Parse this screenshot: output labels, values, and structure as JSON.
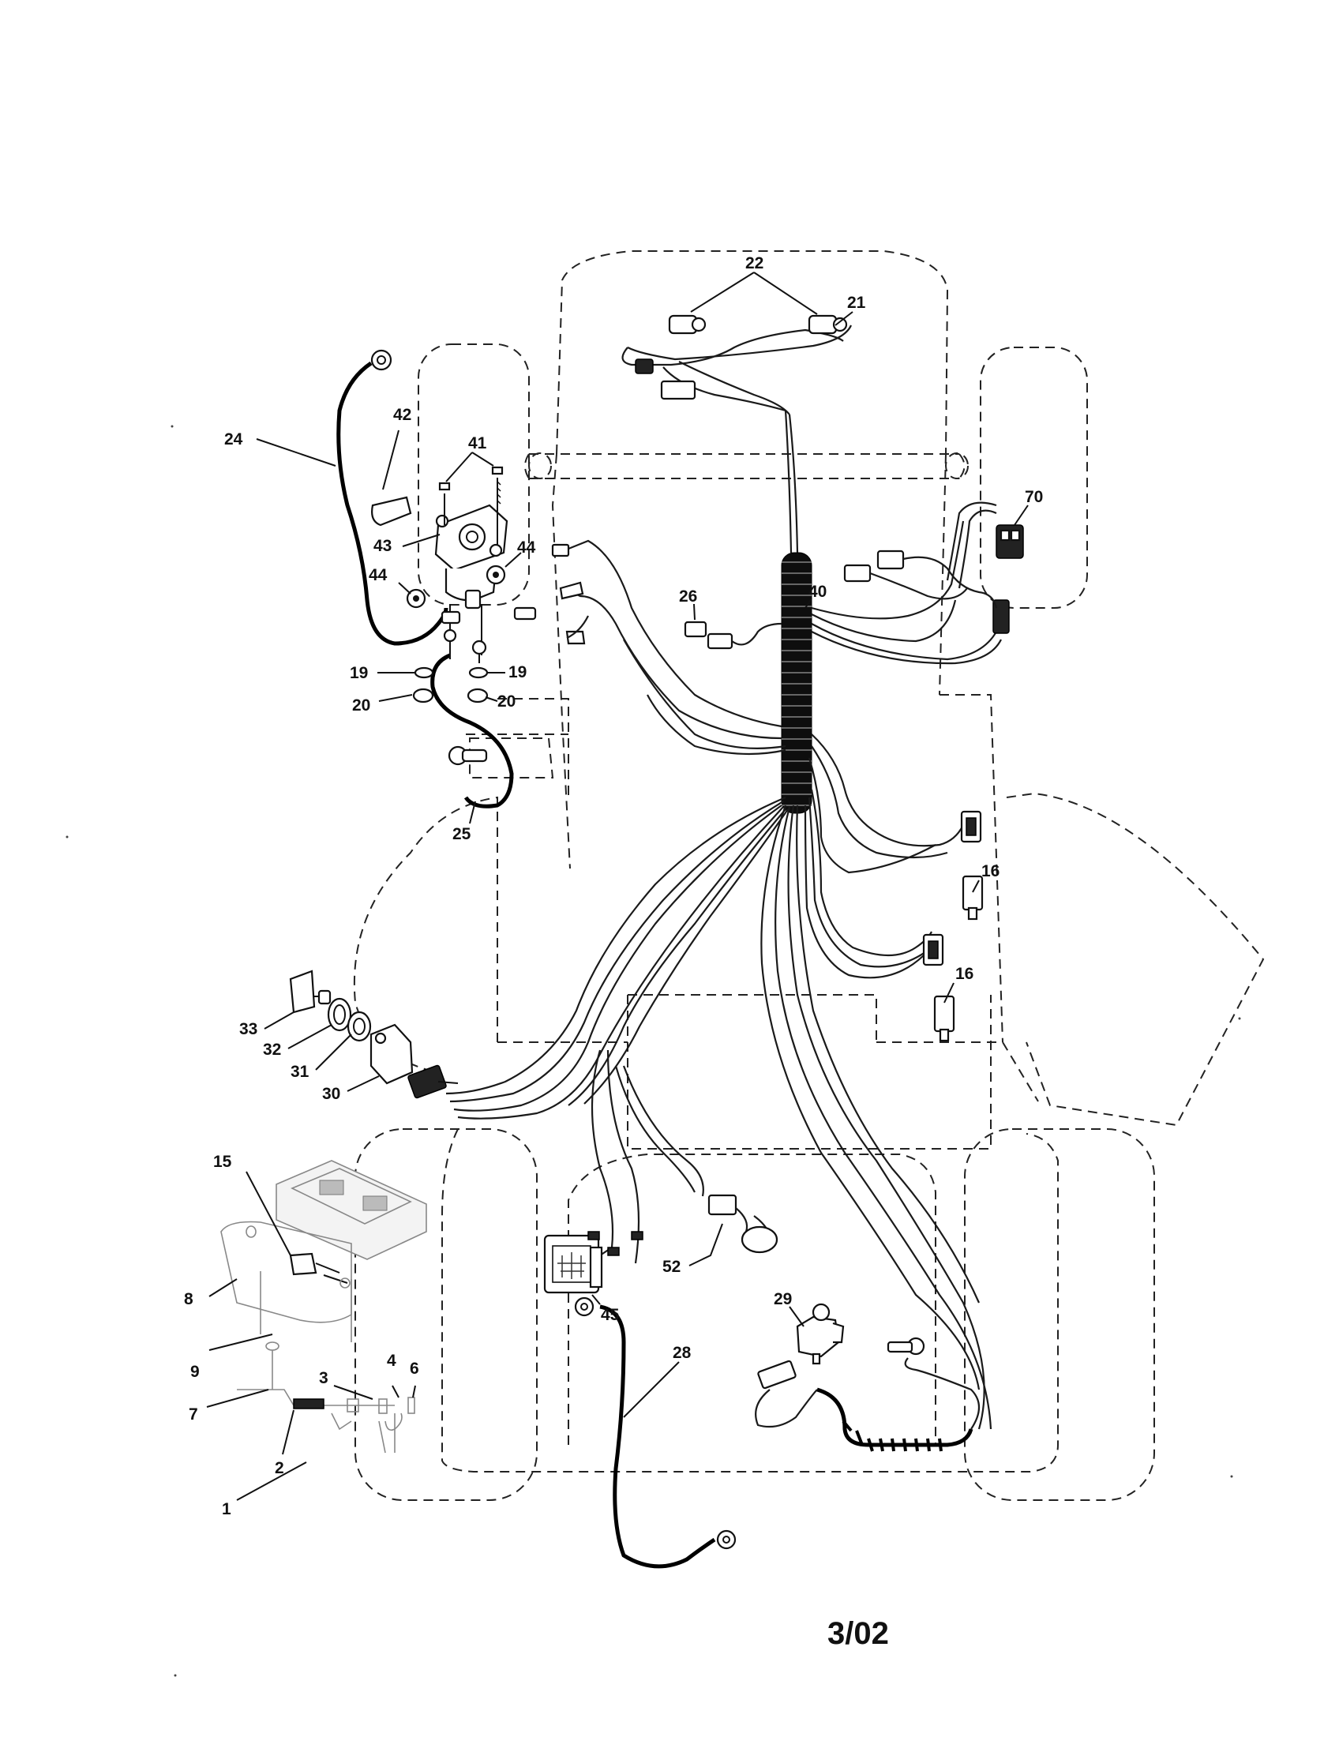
{
  "diagram": {
    "part_labels": [
      {
        "id": "22",
        "text": "22"
      },
      {
        "id": "21",
        "text": "21"
      },
      {
        "id": "24",
        "text": "24"
      },
      {
        "id": "42",
        "text": "42"
      },
      {
        "id": "41",
        "text": "41"
      },
      {
        "id": "70",
        "text": "70"
      },
      {
        "id": "43",
        "text": "43"
      },
      {
        "id": "44a",
        "text": "44"
      },
      {
        "id": "44b",
        "text": "44"
      },
      {
        "id": "26",
        "text": "26"
      },
      {
        "id": "40",
        "text": "40"
      },
      {
        "id": "19a",
        "text": "19"
      },
      {
        "id": "19b",
        "text": "19"
      },
      {
        "id": "20a",
        "text": "20"
      },
      {
        "id": "20b",
        "text": "20"
      },
      {
        "id": "25",
        "text": "25"
      },
      {
        "id": "16a",
        "text": "16"
      },
      {
        "id": "16b",
        "text": "16"
      },
      {
        "id": "33",
        "text": "33"
      },
      {
        "id": "32",
        "text": "32"
      },
      {
        "id": "31",
        "text": "31"
      },
      {
        "id": "30",
        "text": "30"
      },
      {
        "id": "15",
        "text": "15"
      },
      {
        "id": "52",
        "text": "52"
      },
      {
        "id": "29",
        "text": "29"
      },
      {
        "id": "45",
        "text": "45"
      },
      {
        "id": "28",
        "text": "28"
      },
      {
        "id": "8",
        "text": "8"
      },
      {
        "id": "9",
        "text": "9"
      },
      {
        "id": "3",
        "text": "3"
      },
      {
        "id": "4",
        "text": "4"
      },
      {
        "id": "6",
        "text": "6"
      },
      {
        "id": "7",
        "text": "7"
      },
      {
        "id": "2",
        "text": "2"
      },
      {
        "id": "1",
        "text": "1"
      }
    ],
    "date_stamp": "3/02"
  }
}
